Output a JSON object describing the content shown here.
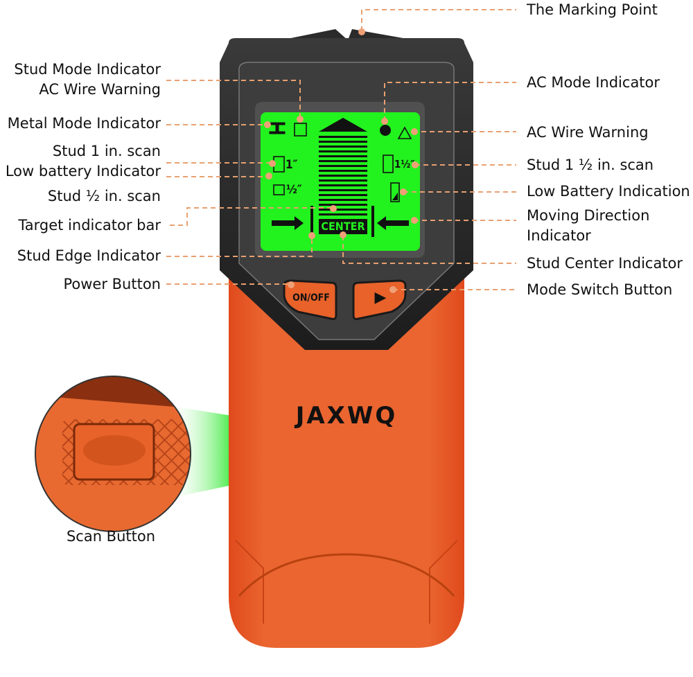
{
  "brand": "JAXWQ",
  "device": {
    "buttons": {
      "power": "ON/OFF",
      "mode": "▶"
    },
    "lcd": {
      "center_text": "CENTER",
      "stud_1in": "1″",
      "stud_half_in": "½″",
      "stud_1half_in": "1½″"
    },
    "colors": {
      "body": "#E8622A",
      "body_dark": "#D9481C",
      "shell": "#2b2b2b",
      "lcd": "#22F21E",
      "leader": "#E8A070"
    }
  },
  "labels_left": [
    {
      "line1": "Stud Mode Indicator",
      "line2": "AC Wire Warning"
    },
    {
      "line1": "Metal Mode Indicator"
    },
    {
      "line1": "Stud 1 in. scan",
      "line2": "Low battery Indicator"
    },
    {
      "line1": "Stud ½ in. scan"
    },
    {
      "line1": "Target indicator bar"
    },
    {
      "line1": "Stud Edge Indicator"
    },
    {
      "line1": "Power Button"
    }
  ],
  "labels_right": [
    {
      "line1": "The Marking Point"
    },
    {
      "line1": "AC Mode Indicator"
    },
    {
      "line1": "AC Wire Warning"
    },
    {
      "line1": "Stud 1 ½ in. scan"
    },
    {
      "line1": "Low Battery Indication"
    },
    {
      "line1": "Moving Direction",
      "line2": "Indicator"
    },
    {
      "line1": "Stud Center Indicator"
    },
    {
      "line1": "Mode Switch Button"
    }
  ],
  "inset": {
    "label": "Scan Button"
  }
}
